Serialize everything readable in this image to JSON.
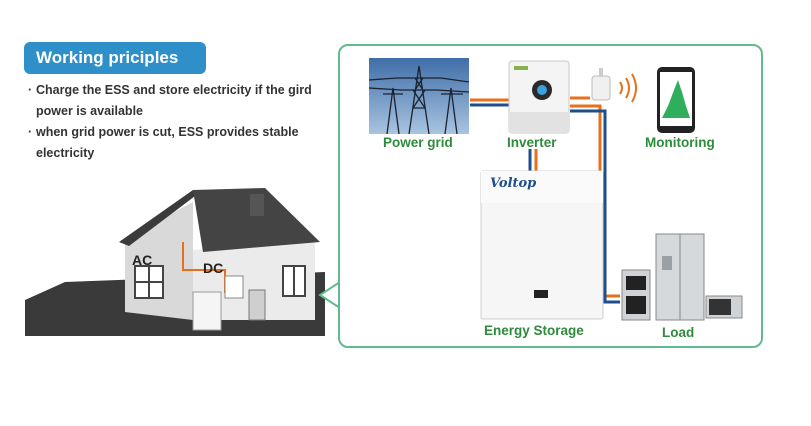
{
  "header": {
    "title": "Working priciples"
  },
  "bullets": [
    "Charge the ESS and store electricity if the gird power is available",
    "when grid power is cut, ESS provides stable electricity"
  ],
  "house": {
    "ac_label": "AC",
    "dc_label": "DC"
  },
  "diagram": {
    "power_grid_label": "Power grid",
    "inverter_label": "Inverter",
    "monitoring_label": "Monitoring",
    "storage_label": "Energy Storage",
    "load_label": "Load",
    "brand_logo": "Voltop"
  },
  "colors": {
    "badge": "#2f8fc8",
    "panel_border": "#62bb8c",
    "label_green": "#2e8b3c",
    "wire_orange": "#e8701c",
    "wire_blue": "#1f4e8c"
  }
}
